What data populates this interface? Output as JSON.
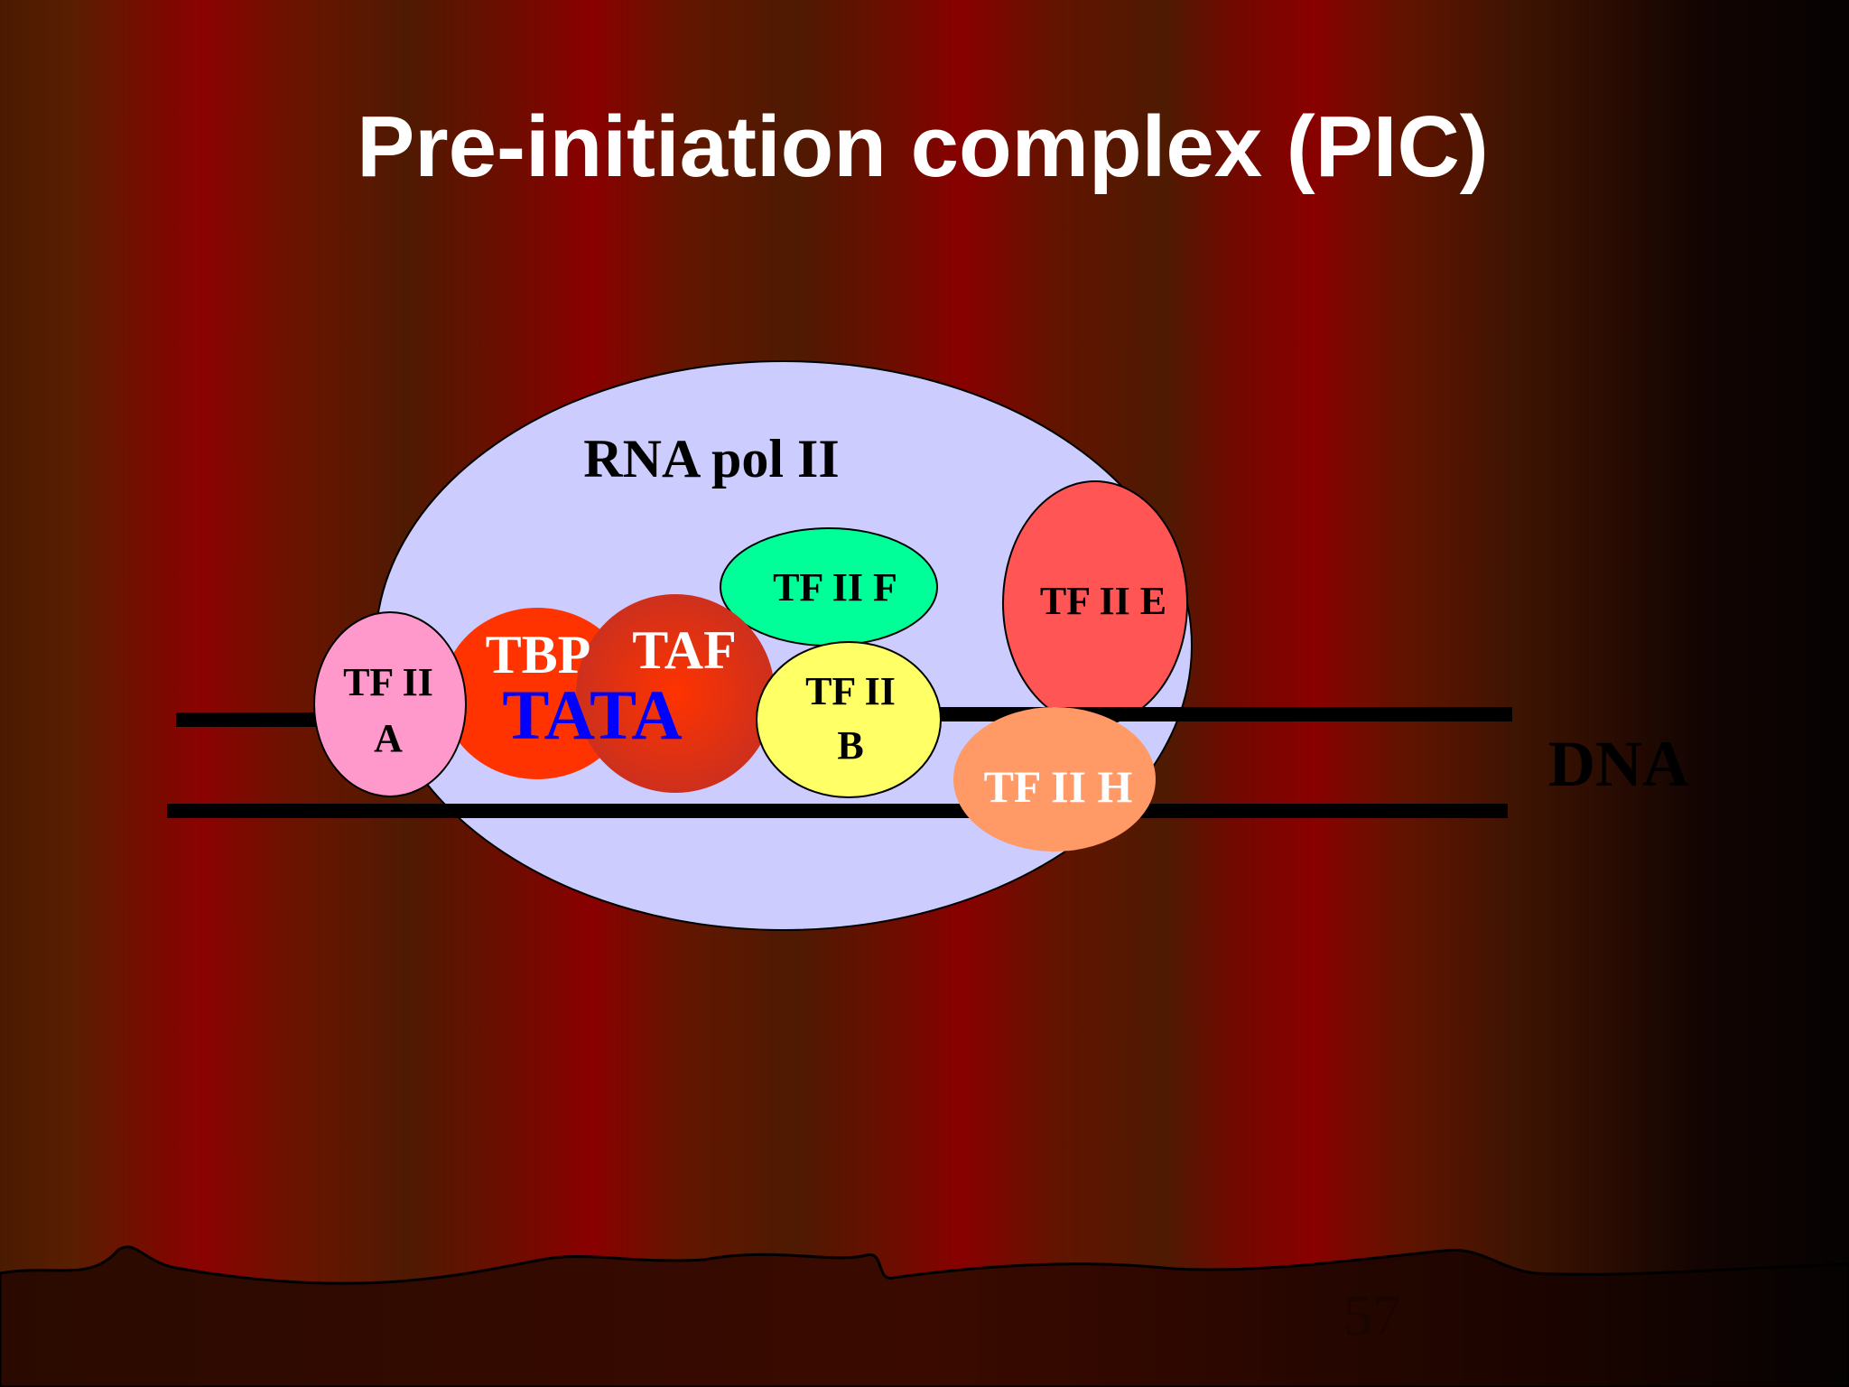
{
  "slide": {
    "title": "Pre-initiation complex (PIC)",
    "page_number": "57"
  },
  "diagram": {
    "rna_pol_label": "RNA pol II",
    "dna_label": "DNA",
    "tata_label": "TATA",
    "tbp_label": "TBP",
    "taf_label": "TAF",
    "tfiia_line1": "TF II",
    "tfiia_line2": "A",
    "tfiib_line1": "TF II",
    "tfiib_line2": "B",
    "tfiif_label": "TF II F",
    "tfiie_label": "TF II E",
    "tfiih_label": "TF II H"
  },
  "colors": {
    "rna_pol": "#ccccff",
    "tfiia": "#ff99cc",
    "tbp": "#ff3300",
    "taf": "#e0301e",
    "tfiib": "#ffff66",
    "tfiif": "#00ff99",
    "tfiie": "#ff5555",
    "tfiih": "#ff9966",
    "tata_text": "#0000ff",
    "curtain_red": "#8a0000",
    "curtain_dark": "#3a1000"
  }
}
